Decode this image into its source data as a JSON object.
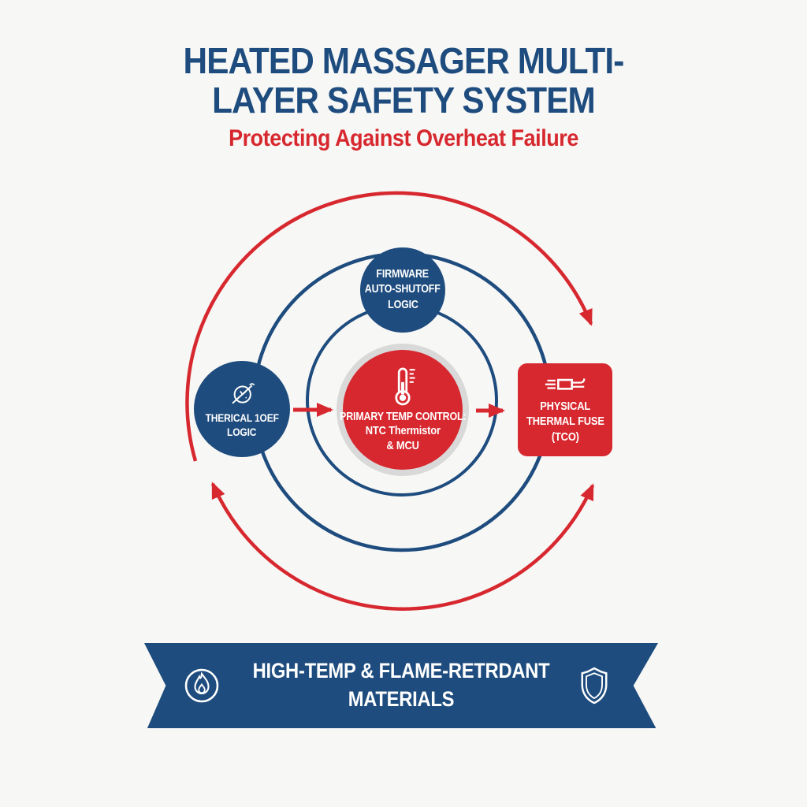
{
  "header": {
    "title_line1": "HEATED MASSAGER MULTI-",
    "title_line2": "LAYER SAFETY SYSTEM",
    "subtitle": "Protecting Against Overheat Failure"
  },
  "diagram": {
    "top_node": {
      "lines": [
        "FIRMWARE",
        "AUTO-SHUTOFF",
        "LOGIC"
      ]
    },
    "left_node": {
      "icon": "timer-off-icon",
      "lines": [
        "THERICAL 1OEF",
        "LOGIC"
      ]
    },
    "center_node": {
      "icon": "thermometer-icon",
      "lines": [
        "PRIMARY TEMP CONTROL:",
        "NTC Thermistor",
        "& MCU"
      ]
    },
    "right_node": {
      "icon": "thermal-fuse-icon",
      "lines": [
        "PHYSICAL",
        "THERMAL FUSE",
        "(TCO)"
      ]
    }
  },
  "banner": {
    "icon_left": "flame-icon",
    "line1": "HIGH-TEMP & FLAME-RETRDANT",
    "line2": "MATERIALS",
    "icon_right": "shield-icon"
  },
  "colors": {
    "navy": "#1e4c7e",
    "red": "#d7282f",
    "ring_gray": "#d9d9d9",
    "bg": "#f7f7f5",
    "text_light": "#ffffff"
  }
}
